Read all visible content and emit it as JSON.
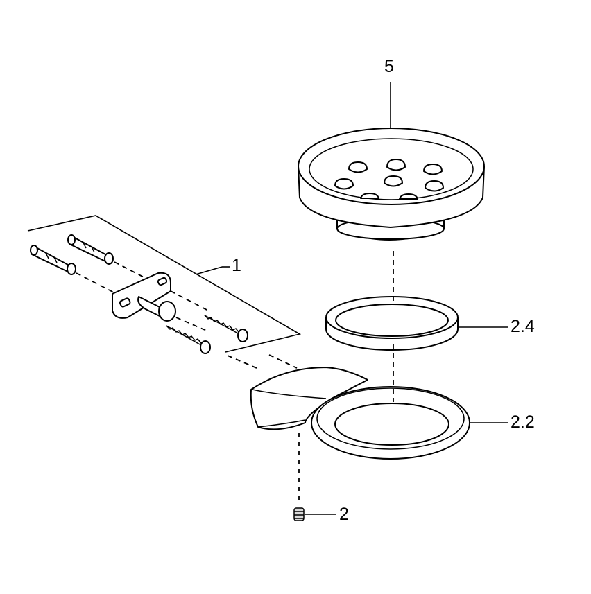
{
  "labels": {
    "part_1": "1",
    "part_2": "2",
    "part_2_2": "2.2",
    "part_2_4": "2.4",
    "part_5": "5"
  }
}
